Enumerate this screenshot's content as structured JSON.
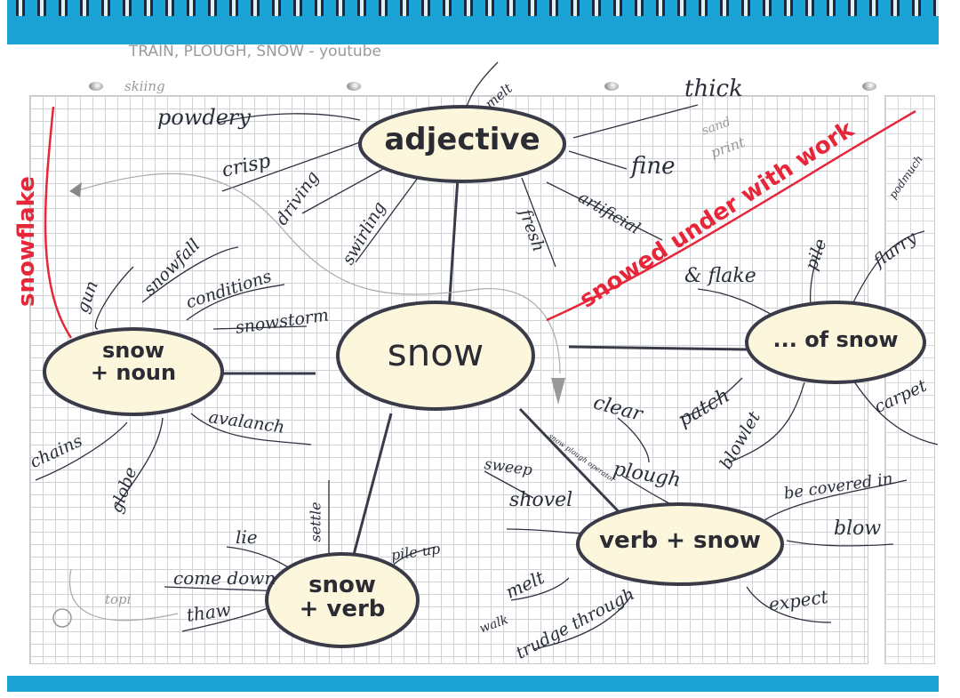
{
  "header_note": "TRAIN, PLOUGH, SNOW - youtube",
  "center": "snow",
  "nodes": {
    "adjective": "adjective",
    "snow_noun": [
      "snow",
      "+ noun"
    ],
    "of_snow": "... of snow",
    "snow_verb": [
      "snow",
      "+ verb"
    ],
    "verb_snow": "verb + snow"
  },
  "adjective_words": [
    "skiing",
    "powdery",
    "crisp",
    "driving",
    "swirling",
    "melt",
    "thick",
    "fine",
    "sand",
    "print",
    "artificial",
    "fresh"
  ],
  "noun_words": [
    "gun",
    "snowfall",
    "conditions",
    "snowstorm",
    "avalanch",
    "chains",
    "globe"
  ],
  "of_snow_words": [
    "& flake",
    "pile",
    "flurry",
    "podmuch",
    "patch",
    "blowlet",
    "carpet"
  ],
  "snow_verb_words": [
    "settle",
    "lie",
    "pile up",
    "come down",
    "thaw",
    "topi"
  ],
  "verb_snow_words": [
    "clear",
    "sweep",
    "shovel",
    "plough",
    "snow plough operator",
    "be covered in",
    "blow",
    "melt",
    "walk",
    "trudge through",
    "expect"
  ],
  "red_notes": [
    "snowflake",
    "snowed under with work"
  ],
  "colors": {
    "binding": "#1aa3d4",
    "red_ink": "#e8263a",
    "cloud_fill": "#fbf6dc",
    "ink": "#2a2d3a"
  }
}
